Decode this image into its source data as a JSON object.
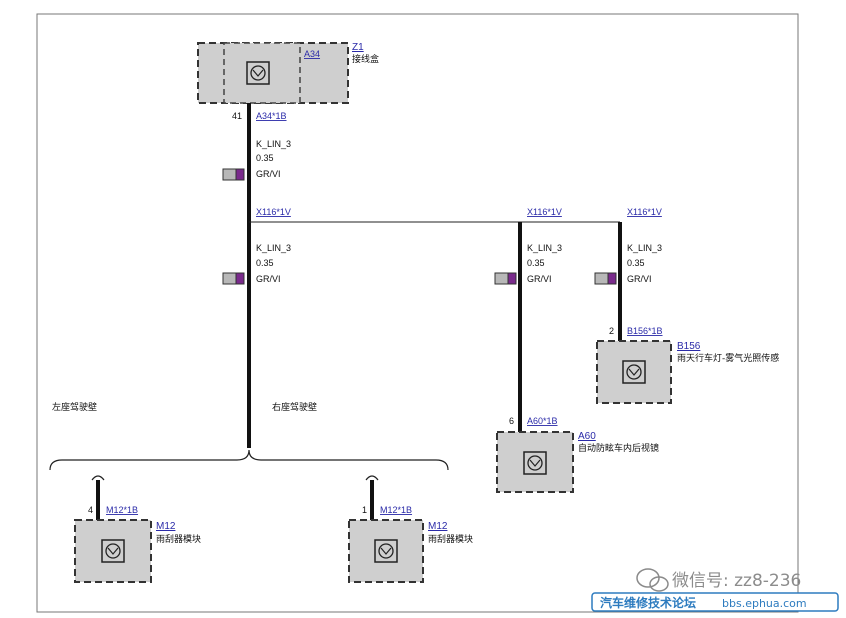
{
  "modules": {
    "z1": {
      "ref": "Z1",
      "name": "接线盒",
      "sub": "A34",
      "connector": "A34*1B",
      "pin": "41"
    },
    "a60": {
      "ref": "A60",
      "name": "自动防眩车内后视镜",
      "connector": "A60*1B",
      "pin": "6"
    },
    "b156": {
      "ref": "B156",
      "name": "雨天行车灯-雾气光照传感",
      "connector": "B156*1B",
      "pin": "2"
    },
    "m12_left": {
      "ref": "M12",
      "name": "雨刮器模块",
      "connector": "M12*1B",
      "pin": "4"
    },
    "m12_right": {
      "ref": "M12",
      "name": "雨刮器模块",
      "connector": "M12*1B",
      "pin": "1"
    }
  },
  "wires": {
    "signal": "K_LIN_3",
    "size": "0.35",
    "color_code": "GR/VI",
    "color_primary": "#b8b8b8",
    "color_secondary": "#7a2a8c"
  },
  "splice": "X116*1V",
  "labels": {
    "left_drive": "左座驾驶壁",
    "right_drive": "右座驾驶壁"
  },
  "watermark": {
    "wechat": "微信号: zz8-236",
    "forum": "汽车维修技术论坛",
    "url": "bbs.ephua.com"
  }
}
